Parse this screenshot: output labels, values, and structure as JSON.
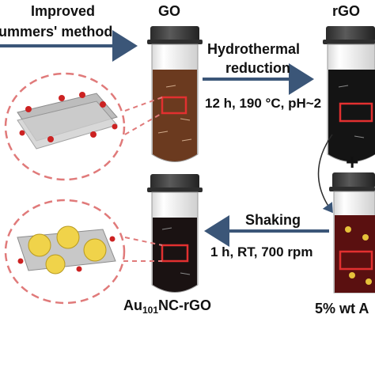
{
  "header": {
    "method_line1": "Improved",
    "method_line2": "ummers' method",
    "go_label": "GO",
    "rgo_label": "rGO"
  },
  "step_hydrothermal": {
    "line1": "Hydrothermal",
    "line2": "reduction",
    "conditions": "12 h, 190 °C, pH~2"
  },
  "step_shaking": {
    "line1": "Shaking",
    "conditions": "1 h, RT, 700 rpm"
  },
  "products": {
    "composite_label_prefix": "Au",
    "composite_label_sub": "101",
    "composite_label_suffix": "NC-rGO",
    "cluster_label": "5% wt A",
    "plus": "+"
  },
  "colors": {
    "arrow": "#3b5678",
    "dash_circle": "#e07a7a",
    "highlight_box": "#e23030",
    "go_liquid": "#6b3a1f",
    "rgo_liquid": "#141414",
    "au_liquid": "#5a1010",
    "cap": "#3a3a3a",
    "glass": "#f4f4f4"
  }
}
